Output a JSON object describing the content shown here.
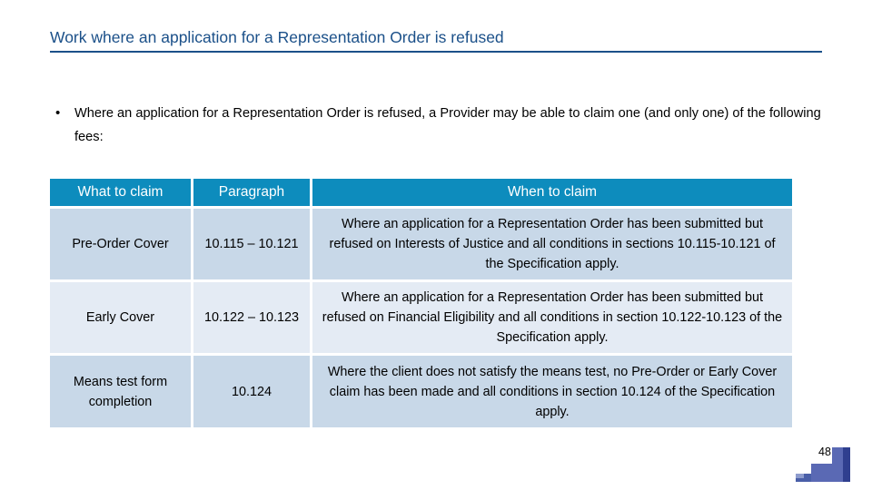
{
  "slide": {
    "title": "Work where an application for a Representation Order is refused",
    "title_color": "#1b5089",
    "accent_color": "#0d8cbd",
    "row_shade_a": "#c8d8e8",
    "row_shade_b": "#e4ebf4",
    "number": "48"
  },
  "bullets": [
    {
      "marker": "•",
      "text": "Where an application for a Representation Order is refused, a Provider may be able to claim one (and only one) of the following fees:"
    }
  ],
  "table": {
    "headers": [
      "What to claim",
      "Paragraph",
      "When to claim"
    ],
    "rows": [
      {
        "what": "Pre-Order Cover",
        "paragraph": "10.115 – 10.121",
        "when": "Where an application for a Representation Order has been submitted but refused on Interests of Justice and all conditions in sections 10.115-10.121 of the Specification apply."
      },
      {
        "what": "Early Cover",
        "paragraph": "10.122 – 10.123",
        "when": "Where an application for a Representation Order has been submitted but refused on Financial Eligibility and all conditions in section 10.122-10.123 of the Specification apply."
      },
      {
        "what": "Means test form completion",
        "paragraph": "10.124",
        "when": "Where the client does not satisfy the means test, no Pre-Order or Early Cover claim has been made and all conditions in section 10.124 of the Specification apply."
      }
    ]
  }
}
